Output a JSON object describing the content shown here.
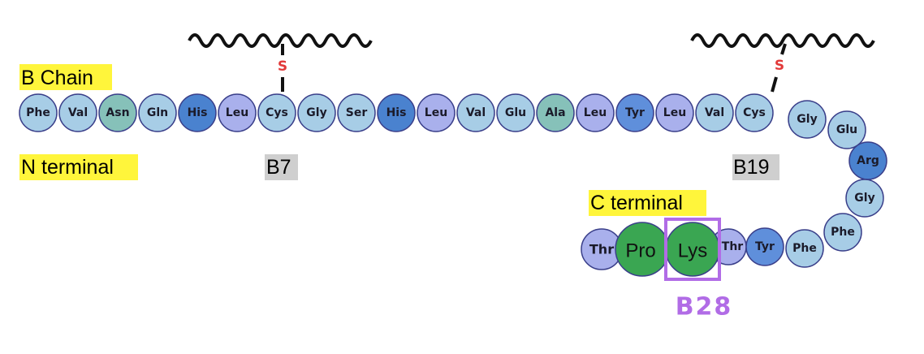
{
  "labels": {
    "chain": "B Chain",
    "n_terminal": "N terminal",
    "c_terminal": "C terminal",
    "b7": "B7",
    "b19": "B19",
    "b28": "B28",
    "sulfur_1": "S",
    "sulfur_2": "S"
  },
  "residues_top": [
    "Phe",
    "Val",
    "Asn",
    "Gln",
    "His",
    "Leu",
    "Cys",
    "Gly",
    "Ser",
    "His",
    "Leu",
    "Val",
    "Glu",
    "Ala",
    "Leu",
    "Tyr",
    "Leu",
    "Val",
    "Cys"
  ],
  "residues_curve": [
    "Gly",
    "Glu",
    "Arg",
    "Gly",
    "Phe"
  ],
  "residues_bottom": [
    "Phe",
    "Tyr",
    "Thr",
    "Lys",
    "Pro",
    "Thr"
  ],
  "colors": {
    "hydrophobic": "#a9b0ec",
    "polar": "#a7cde6",
    "teal": "#86c1b9",
    "basic": "#4a82cf",
    "proline_lysine_highlight": "#3aa652",
    "box": "#b16ce6",
    "sulfur": "#e23a3a",
    "highlight_yellow": "#fff53b",
    "highlight_grey": "#cfcfcf"
  }
}
